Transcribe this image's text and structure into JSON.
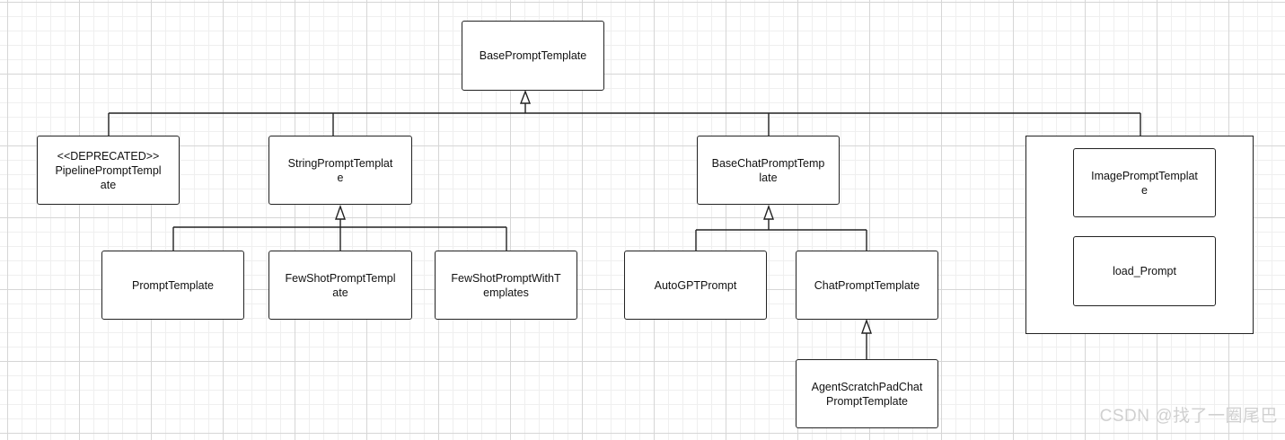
{
  "nodes": {
    "base_prompt_template": "BasePromptTemplate",
    "pipeline_prompt_template": "<<DEPRECATED>>\nPipelinePromptTempl\nate",
    "string_prompt_template": "StringPromptTemplat\ne",
    "base_chat_prompt_template": "BaseChatPromptTemp\nlate",
    "image_prompt_template": "ImagePromptTemplat\ne",
    "load_prompt": "load_Prompt",
    "prompt_template": "PromptTemplate",
    "few_shot_prompt_template": "FewShotPromptTempl\nate",
    "few_shot_prompt_with_templates": "FewShotPromptWithT\nemplates",
    "auto_gpt_prompt": "AutoGPTPrompt",
    "chat_prompt_template": "ChatPromptTemplate",
    "agent_scratch_pad_chat_prompt_template": "AgentScratchPadChat\nPromptTemplate"
  },
  "watermark": "CSDN @找了一圈尾巴",
  "colors": {
    "line": "#222222",
    "box_fill": "#ffffff",
    "watermark": "#d0d0d0"
  }
}
